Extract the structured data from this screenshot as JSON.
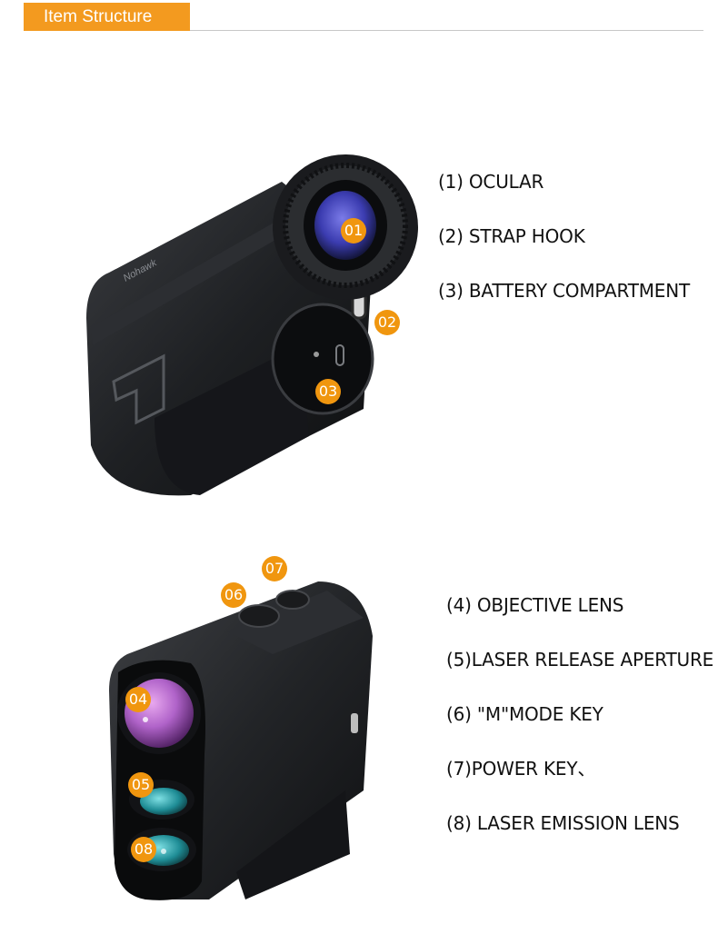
{
  "header": {
    "title": "Item Structure"
  },
  "rear_view": {
    "brand": "Nohawk",
    "badges": [
      "01",
      "02",
      "03"
    ],
    "labels": [
      "(1) OCULAR",
      "(2) STRAP HOOK",
      "(3) BATTERY COMPARTMENT"
    ]
  },
  "front_view": {
    "badges": [
      "04",
      "05",
      "06",
      "07",
      "08"
    ],
    "labels": [
      "(4) OBJECTIVE LENS",
      "(5)LASER RELEASE APERTURE",
      "(6) \"M\"MODE KEY",
      "(7)POWER KEY、",
      "(8) LASER EMISSION LENS"
    ]
  },
  "colors": {
    "accent": "#f39a1f",
    "badge": "#f0960f",
    "body": "#1f2124",
    "ocular_lens": "#4a4cc0",
    "objective_lens": "#b069c8",
    "laser_lens": "#2aa0a8"
  }
}
